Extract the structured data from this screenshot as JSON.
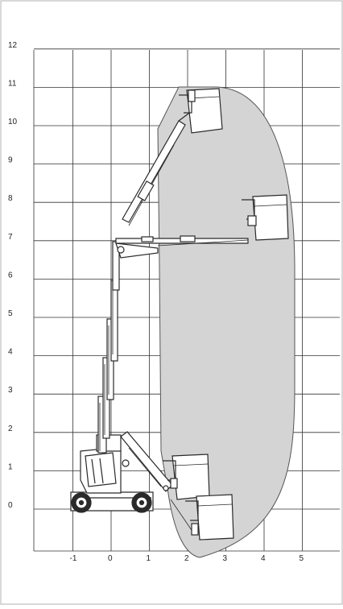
{
  "diagram": {
    "y_ticks": [
      "0",
      "1",
      "2",
      "3",
      "4",
      "5",
      "6",
      "7",
      "8",
      "9",
      "10",
      "11",
      "12"
    ],
    "x_ticks": [
      "-1",
      "0",
      "1",
      "2",
      "3",
      "4",
      "5"
    ],
    "envelope_color": "#d4d4d4",
    "line_color": "#2a2a2a"
  }
}
